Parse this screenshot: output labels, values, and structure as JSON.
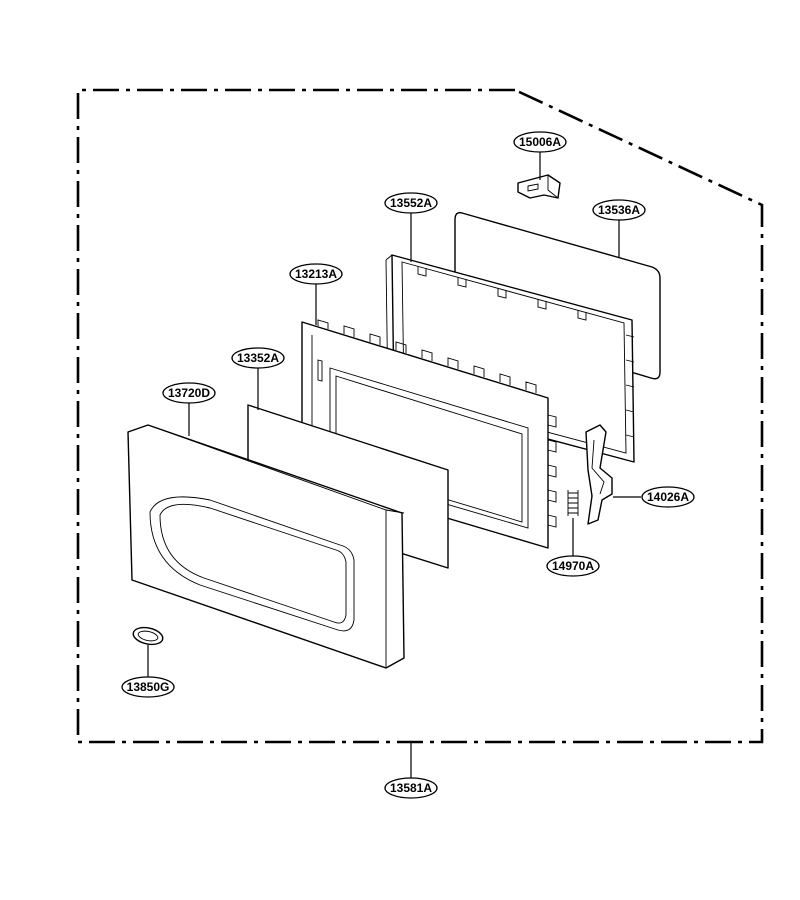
{
  "labels": {
    "l15006A": "15006A",
    "l13552A": "13552A",
    "l13536A": "13536A",
    "l13213A": "13213A",
    "l13352A": "13352A",
    "l13720D": "13720D",
    "l14026A": "14026A",
    "l14970A": "14970A",
    "l13850G": "13850G",
    "l13581A": "13581A"
  }
}
